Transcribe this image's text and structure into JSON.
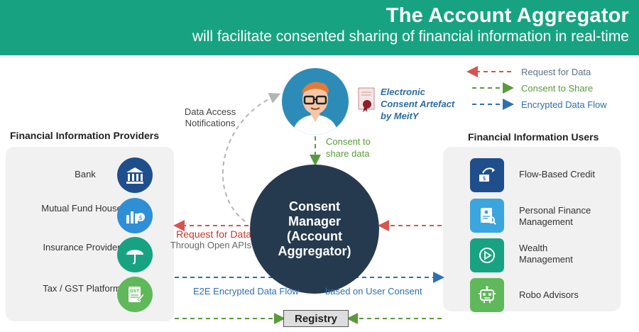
{
  "header": {
    "title": "The Account Aggregator",
    "subtitle": "will facilitate consented sharing of financial information in real-time"
  },
  "legend": {
    "request": "Request for Data",
    "consent": "Consent to Share",
    "encrypted": "Encrypted Data Flow"
  },
  "colors": {
    "header_bg": "#17a382",
    "request": "#d9534f",
    "consent": "#5b9a3c",
    "encrypted": "#2f6fb3",
    "manager_bg": "#263a4f"
  },
  "user_node": {
    "icon": "user-avatar-icon",
    "artefact_icon": "certificate-icon",
    "artefact_label": "Electronic Consent Artefact by MeitY",
    "consent_label": "Consent to share data",
    "notifications_label": "Data Access Notifications"
  },
  "consent_manager": {
    "label": "Consent Manager (Account Aggregator)"
  },
  "providers": {
    "title": "Financial Information Providers",
    "items": [
      {
        "label": "Bank",
        "icon": "bank-icon"
      },
      {
        "label": "Mutual Fund House",
        "icon": "mutual-fund-icon"
      },
      {
        "label": "Insurance Provider",
        "icon": "umbrella-icon"
      },
      {
        "label": "Tax / GST Platform",
        "icon": "gst-document-icon"
      }
    ]
  },
  "users": {
    "title": "Financial Information Users",
    "items": [
      {
        "label": "Flow-Based Credit",
        "icon": "credit-icon"
      },
      {
        "label": "Personal Finance Management",
        "icon": "finance-management-icon"
      },
      {
        "label": "Wealth Management",
        "icon": "play-icon"
      },
      {
        "label": "Robo Advisors",
        "icon": "robot-icon"
      }
    ]
  },
  "flows": {
    "request_label": "Request for Data",
    "request_sub": "Through Open APIs",
    "encrypted_left": "E2E Encrypted Data Flow",
    "encrypted_right": "based on User Consent"
  },
  "registry": {
    "label": "Registry"
  }
}
